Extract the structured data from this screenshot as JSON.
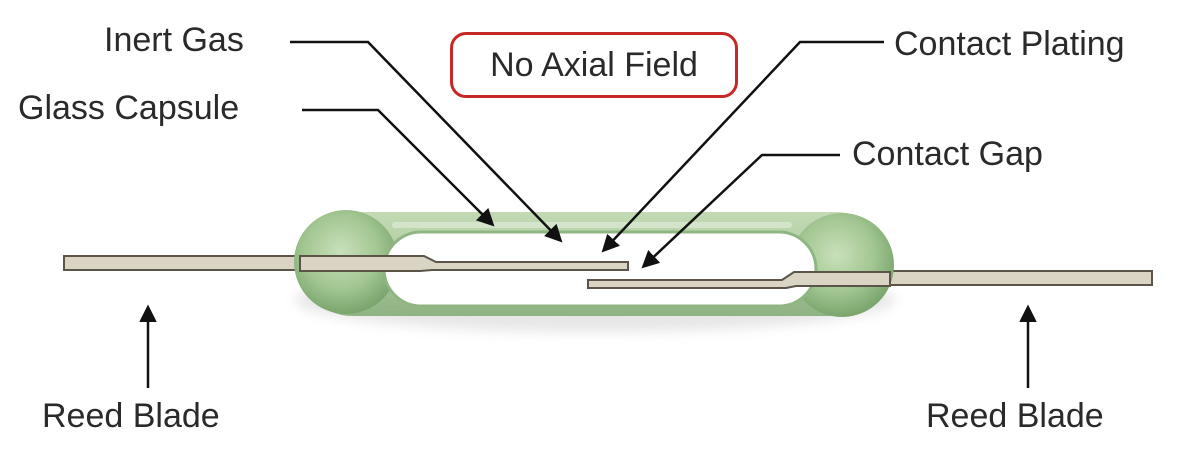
{
  "labels": {
    "inert_gas": "Inert Gas",
    "glass_capsule": "Glass Capsule",
    "no_axial_field": "No Axial Field",
    "contact_plating": "Contact Plating",
    "contact_gap": "Contact Gap",
    "reed_blade_left": "Reed Blade",
    "reed_blade_right": "Reed Blade"
  },
  "colors": {
    "capsule_green": "#9fc58c",
    "capsule_dark": "#6f9c63",
    "blade_fill": "#d9d4c4",
    "blade_edge": "#5a5548",
    "leader": "#111111",
    "badge_border": "#c62828"
  }
}
